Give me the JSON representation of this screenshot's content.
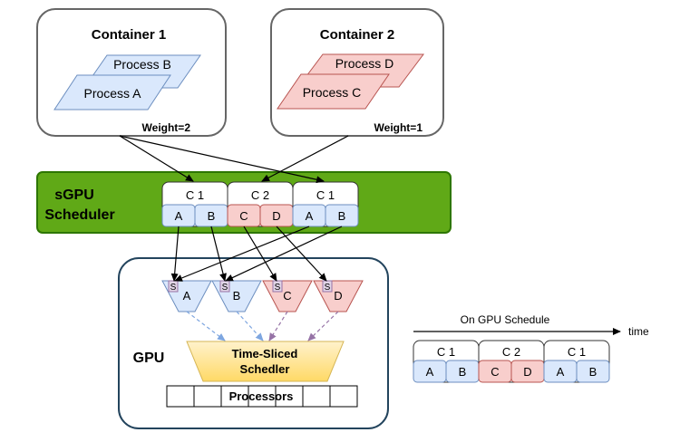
{
  "containers": [
    {
      "title": "Container 1",
      "process_back": "Process B",
      "process_front": "Process A",
      "weight": "Weight=2"
    },
    {
      "title": "Container 2",
      "process_back": "Process D",
      "process_front": "Process C",
      "weight": "Weight=1"
    }
  ],
  "scheduler": {
    "title_line1": "sGPU",
    "title_line2": "Scheduler",
    "slots": [
      {
        "label": "C 1",
        "procs": [
          "A",
          "B"
        ]
      },
      {
        "label": "C 2",
        "procs": [
          "C",
          "D"
        ]
      },
      {
        "label": "C 1",
        "procs": [
          "A",
          "B"
        ]
      }
    ]
  },
  "gpu": {
    "title": "GPU",
    "queues": [
      {
        "tag": "S",
        "proc": "A"
      },
      {
        "tag": "S",
        "proc": "B"
      },
      {
        "tag": "S",
        "proc": "C"
      },
      {
        "tag": "S",
        "proc": "D"
      }
    ],
    "time_sliced_line1": "Time-Sliced",
    "time_sliced_line2": "Schedler",
    "processors": "Processors"
  },
  "schedule": {
    "title": "On GPU Schedule",
    "axis_label": "time",
    "slots": [
      {
        "label": "C 1",
        "procs": [
          "A",
          "B"
        ]
      },
      {
        "label": "C 2",
        "procs": [
          "C",
          "D"
        ]
      },
      {
        "label": "C 1",
        "procs": [
          "A",
          "B"
        ]
      }
    ]
  },
  "colors": {
    "blue_fill": "#dae8fc",
    "blue_stroke": "#6c8ebf",
    "red_fill": "#f8cecc",
    "red_stroke": "#b85450",
    "green_fill": "#60a917",
    "green_stroke": "#2d7600",
    "yellow_fill": "#ffe599",
    "yellow_stroke": "#d6b656",
    "purple_fill": "#e1d5e7",
    "purple_stroke": "#9673a6"
  }
}
